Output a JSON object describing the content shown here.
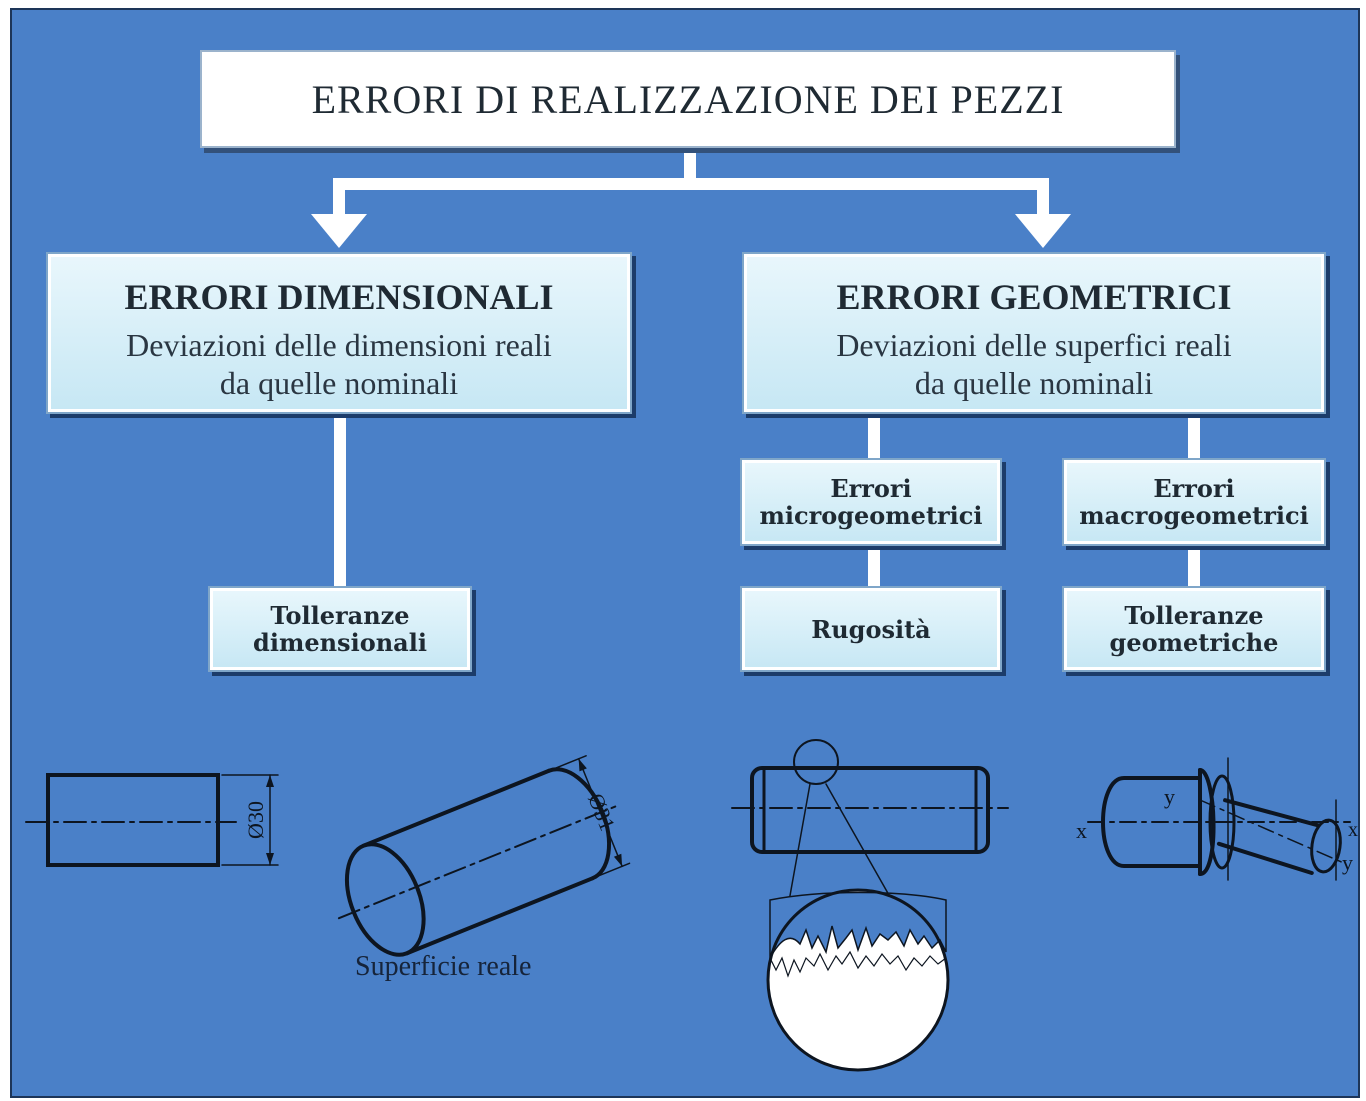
{
  "title": "ERRORI DI REALIZZAZIONE DEI PEZZI",
  "dimensional": {
    "title": "ERRORI DIMENSIONALI",
    "desc_line1": "Deviazioni delle dimensioni reali",
    "desc_line2": "da quelle nominali",
    "child_line1": "Tolleranze",
    "child_line2": "dimensionali"
  },
  "geometric": {
    "title": "ERRORI GEOMETRICI",
    "desc_line1": "Deviazioni delle superfici reali",
    "desc_line2": "da quelle nominali",
    "micro_line1": "Errori",
    "micro_line2": "microgeometrici",
    "macro_line1": "Errori",
    "macro_line2": "macrogeometrici",
    "rugosity": "Rugosità",
    "geo_tol_line1": "Tolleranze",
    "geo_tol_line2": "geometriche"
  },
  "drawings": {
    "dim_label_1": "Ø30",
    "dim_label_2": "Ø31",
    "caption": "Superficie reale",
    "axis_x": "x",
    "axis_y": "y"
  },
  "colors": {
    "background": "#4a80c8",
    "box_fill": "#d8f0f9",
    "drawing_ink": "#0d1520"
  }
}
